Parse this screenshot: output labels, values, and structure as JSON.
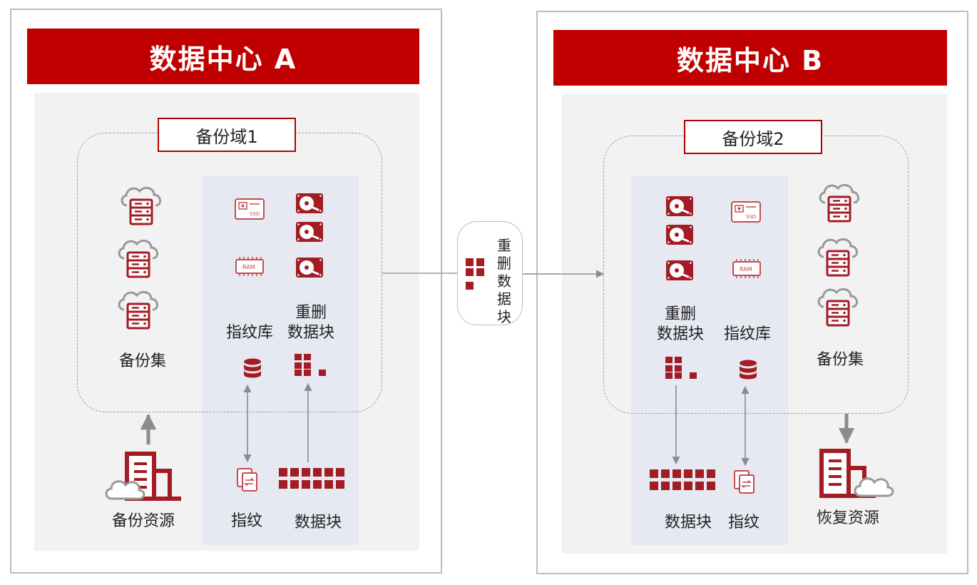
{
  "colors": {
    "brand_red": "#c00000",
    "icon_red": "#a31c24",
    "arrow_gray": "#8c8c8c"
  },
  "center": {
    "transfer_label": [
      "重",
      "删",
      "数",
      "据",
      "块"
    ]
  },
  "datacenter_a": {
    "title": "数据中心 A",
    "domain_label": "备份域1",
    "labels": {
      "backup_set": "备份集",
      "fingerprint_db": "指纹库",
      "dedup_blocks": [
        "重删",
        "数据块"
      ],
      "backup_source": "备份资源",
      "fingerprint": "指纹",
      "data_blocks": "数据块"
    },
    "icons": [
      "cloud-server-icon",
      "ssd-icon",
      "hard-disk-icon",
      "ram-icon",
      "database-icon",
      "block-grid-icon",
      "fingerprint-doc-icon",
      "building-cloud-icon"
    ]
  },
  "datacenter_b": {
    "title": "数据中心 B",
    "domain_label": "备份域2",
    "labels": {
      "dedup_blocks": [
        "重删",
        "数据块"
      ],
      "fingerprint_db": "指纹库",
      "backup_set": "备份集",
      "data_blocks": "数据块",
      "fingerprint": "指纹",
      "restore_source": "恢复资源"
    },
    "icons": [
      "cloud-server-icon",
      "ssd-icon",
      "hard-disk-icon",
      "ram-icon",
      "database-icon",
      "block-grid-icon",
      "fingerprint-doc-icon",
      "building-cloud-icon"
    ]
  }
}
